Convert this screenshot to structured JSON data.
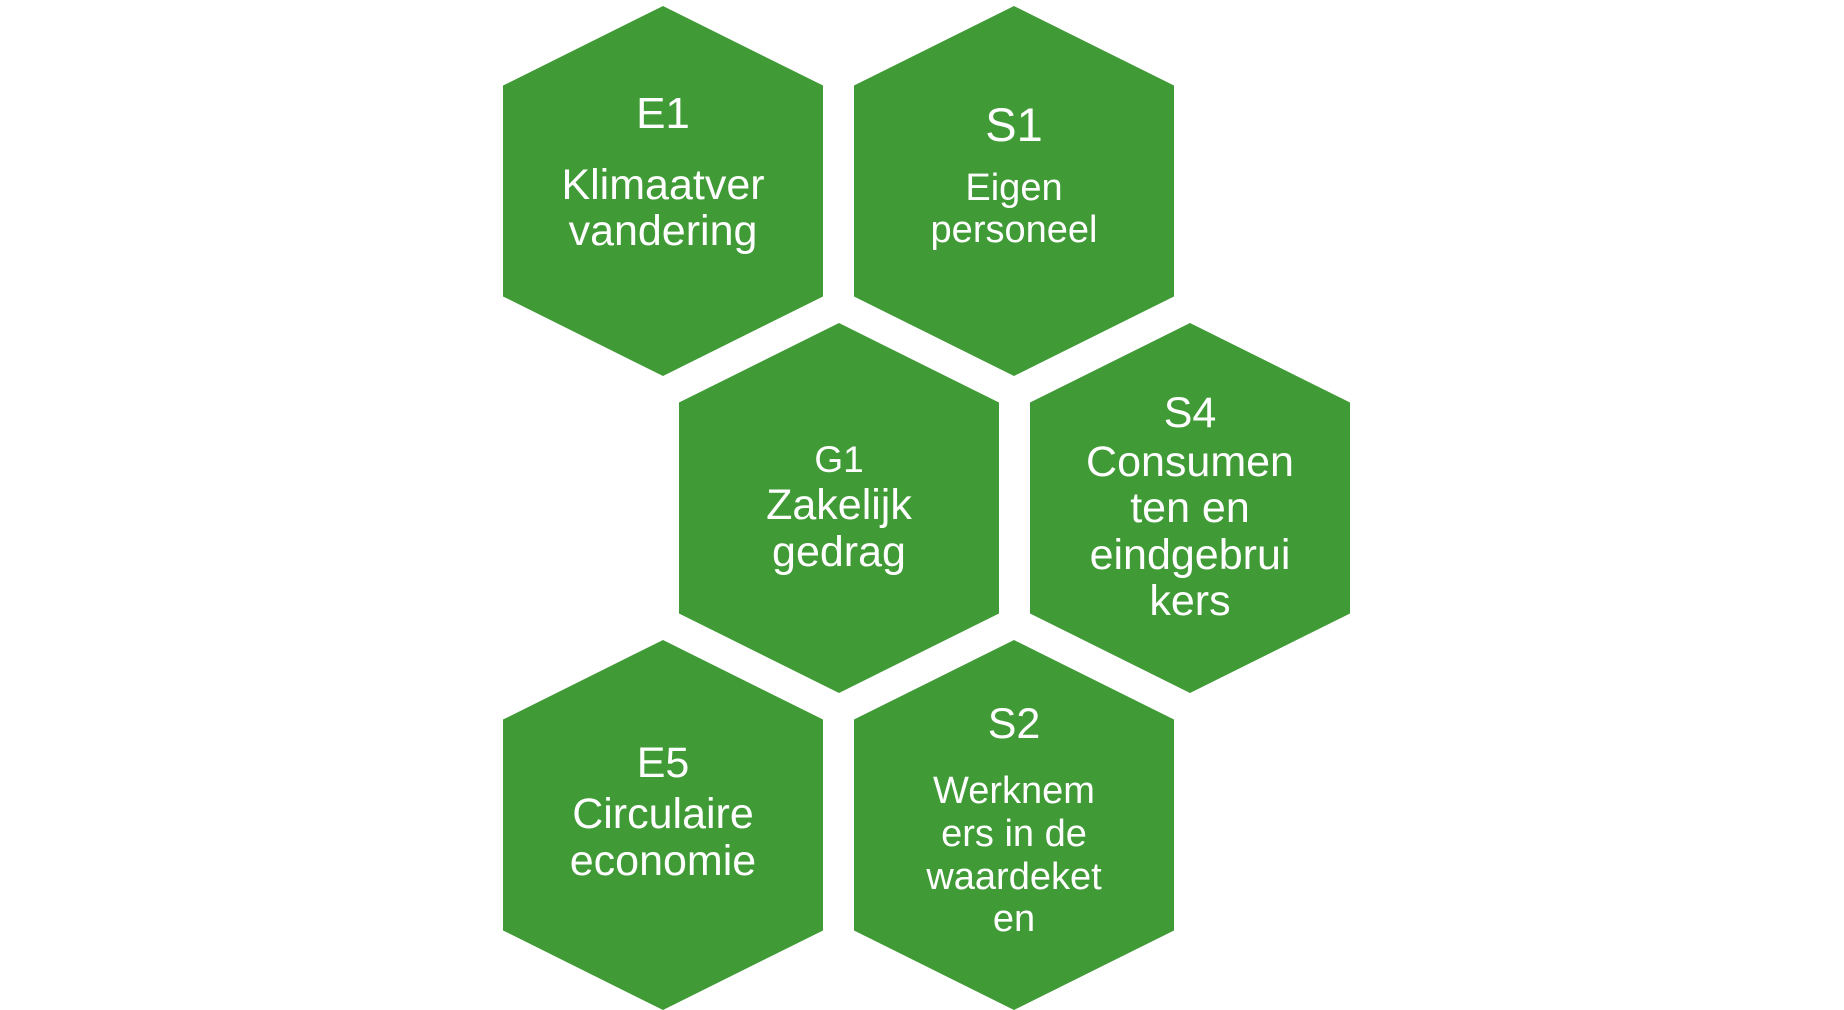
{
  "diagram": {
    "color": "#409b37",
    "text_color": "#ffffff",
    "tiles": [
      {
        "code": "E1",
        "label": "Klimaatver\nvandering"
      },
      {
        "code": "S1",
        "label": "Eigen\npersoneel"
      },
      {
        "code": "G1",
        "label": "Zakelijk\ngedrag"
      },
      {
        "code": "S4",
        "label": "Consumen\nten en\neindgebrui\nkers"
      },
      {
        "code": "E5",
        "label": "Circulaire\neconomie"
      },
      {
        "code": "S2",
        "label": "Werknem\ners in de\nwaardeket\nen"
      }
    ]
  }
}
